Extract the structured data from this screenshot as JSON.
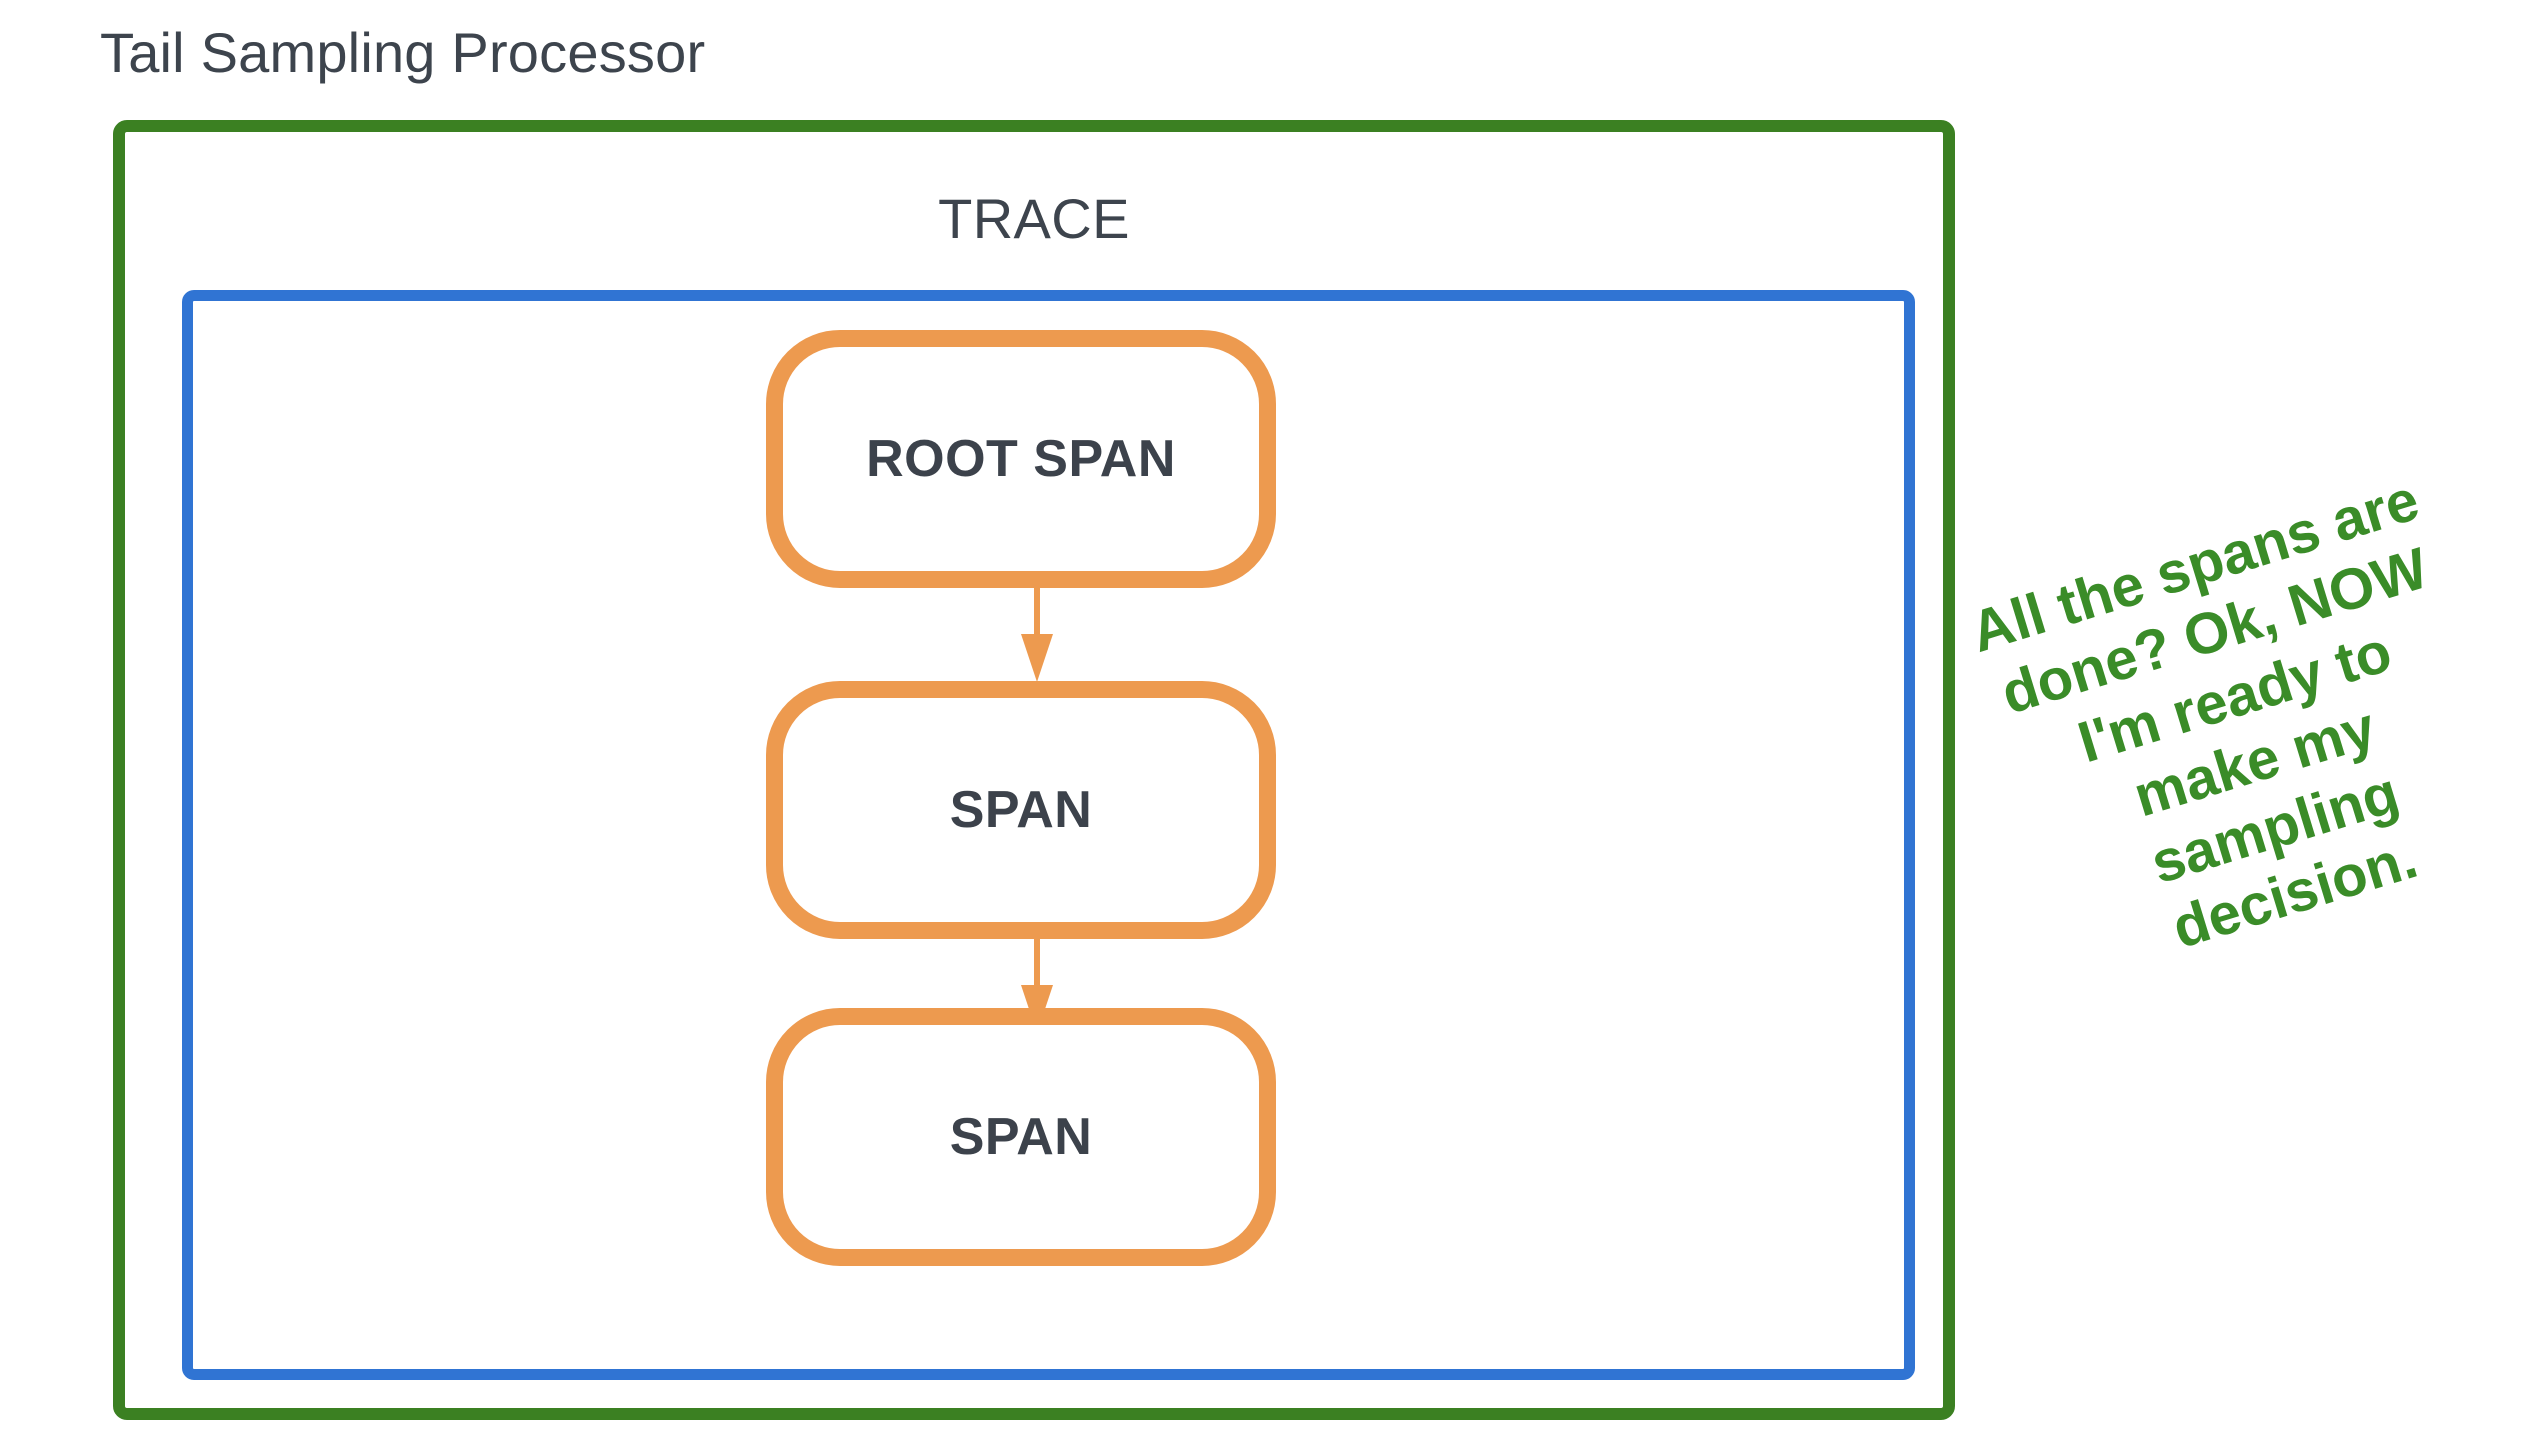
{
  "diagram": {
    "title": "Tail Sampling Processor",
    "trace_label": "TRACE",
    "annotation": "All the spans are done? Ok, NOW I'm ready to make my sampling decision.",
    "colors": {
      "processor_border": "#3b8022",
      "trace_border": "#3074d3",
      "span_border": "#ed9a4f",
      "span_text": "#3c424b",
      "title_text": "#3d444d",
      "annotation_text": "#3a8c28",
      "background": "#ffffff"
    },
    "spans": [
      {
        "label": "ROOT SPAN"
      },
      {
        "label": "SPAN"
      },
      {
        "label": "SPAN"
      }
    ],
    "connectors": [
      {
        "from": "ROOT SPAN",
        "to": "SPAN",
        "direction": "down"
      },
      {
        "from": "SPAN",
        "to": "SPAN",
        "direction": "down"
      }
    ]
  }
}
